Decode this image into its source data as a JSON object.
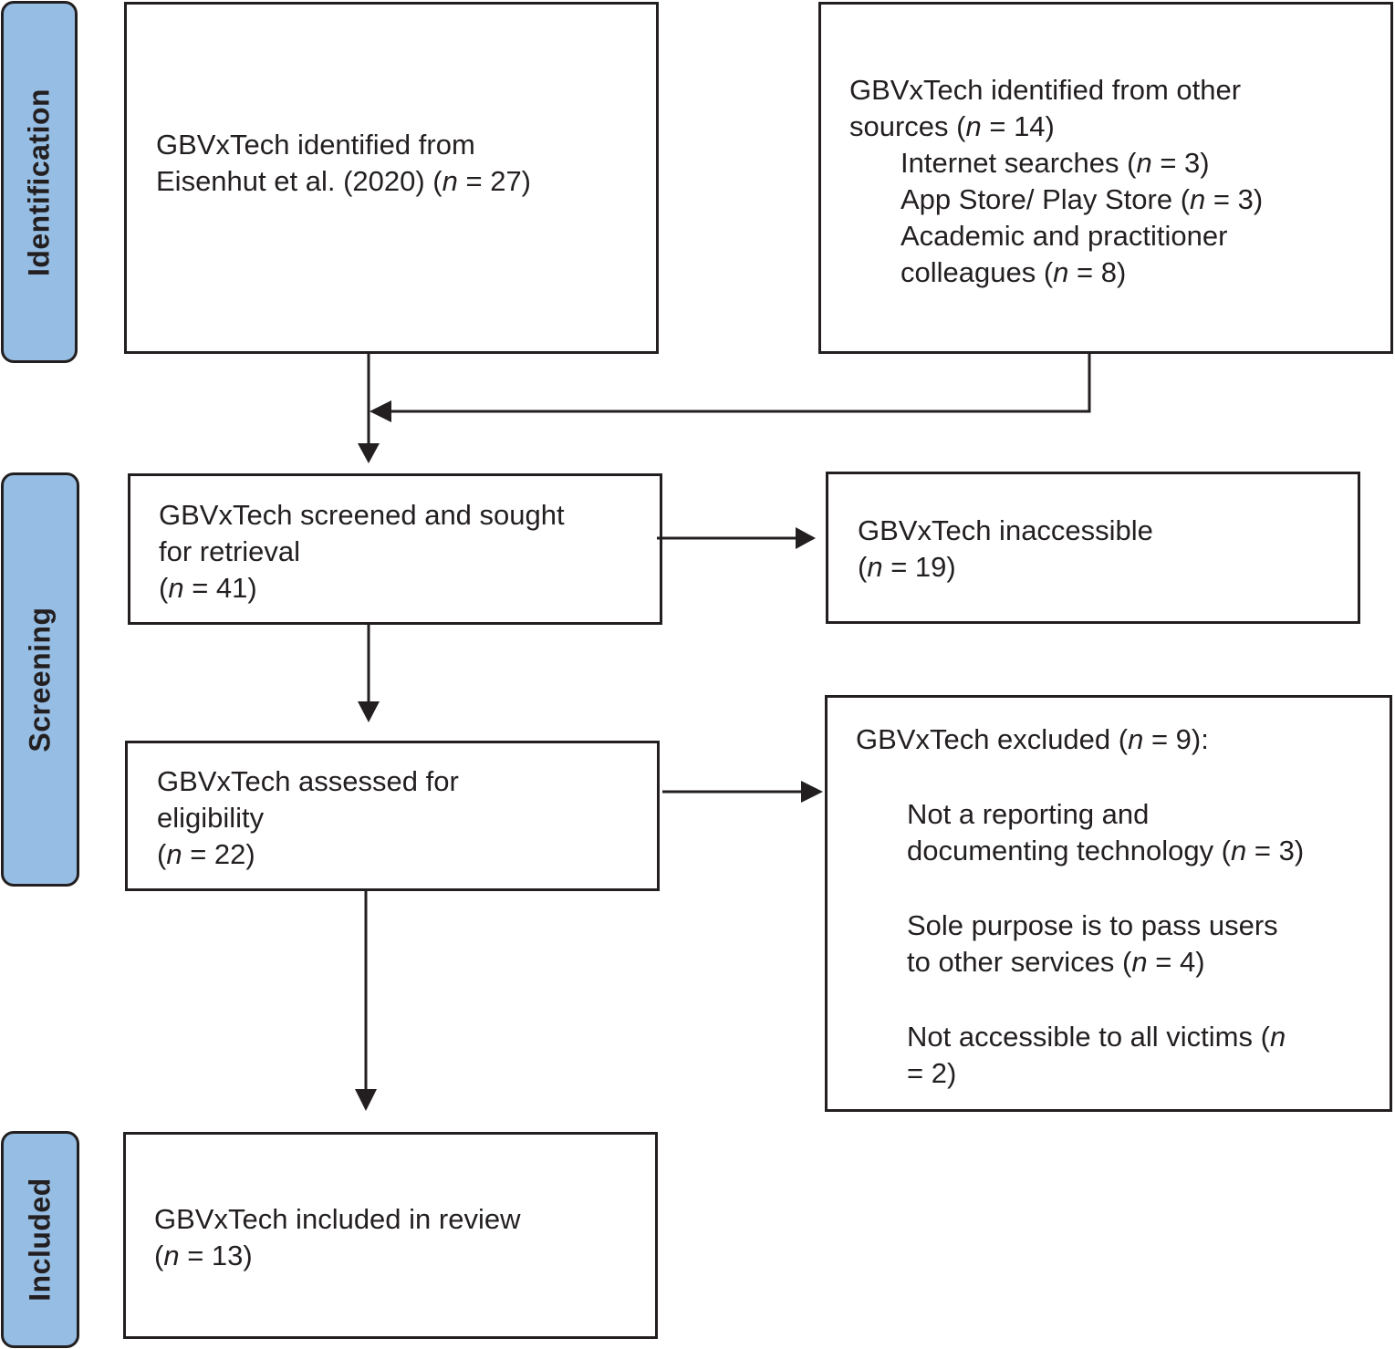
{
  "stages": {
    "identification": "Identification",
    "screening": "Screening",
    "included": "Included"
  },
  "boxes": {
    "eisenhut": {
      "line1": "GBVxTech identified from",
      "line2_text": "Eisenhut et al. (2020) (",
      "n_symbol": "n",
      "line2_tail": " = 27)"
    },
    "other_sources": {
      "line1": "GBVxTech identified from other",
      "line2_text": "sources (",
      "line2_tail": " = 14)",
      "internet_text": "Internet searches (",
      "internet_tail": " = 3)",
      "appstore_text": "App Store/ Play Store (",
      "appstore_tail": " = 3)",
      "academic_line1": "Academic and practitioner",
      "academic_text": "colleagues (",
      "academic_tail": " = 8)"
    },
    "screened": {
      "line1": "GBVxTech screened and sought",
      "line2": "for retrieval",
      "line3_text": "(",
      "line3_tail": " = 41)"
    },
    "inaccessible": {
      "line1": "GBVxTech inaccessible",
      "line2_text": "(",
      "line2_tail": " = 19)"
    },
    "assessed": {
      "line1": "GBVxTech assessed for",
      "line2": "eligibility",
      "line3_text": "(",
      "line3_tail": " = 22)"
    },
    "excluded": {
      "line1_text": "GBVxTech excluded (",
      "line1_tail": " = 9):",
      "r1_line1": "Not a reporting and",
      "r1_text": "documenting technology (",
      "r1_tail": " = 3)",
      "r2_line1": "Sole purpose is to pass users",
      "r2_text": "to other services (",
      "r2_tail": " = 4)",
      "r3_text": "Not accessible to all victims (",
      "r3_line2": "= 2)"
    },
    "included": {
      "line1": "GBVxTech included in review",
      "line2_text": "(",
      "line2_tail": " = 13)"
    }
  }
}
